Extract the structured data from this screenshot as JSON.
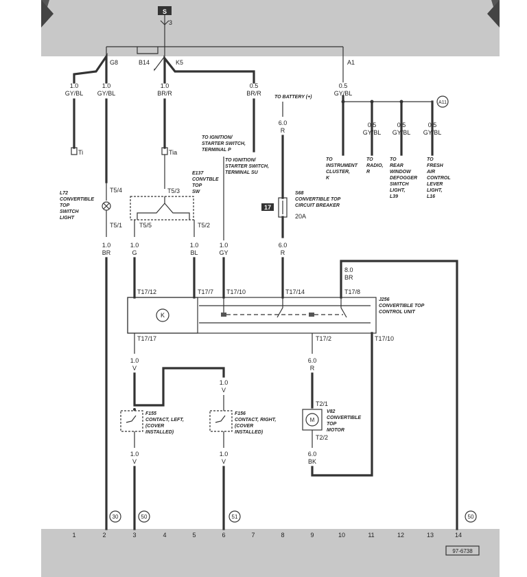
{
  "top": {
    "fuse_badge": "S",
    "fuse_num": "3",
    "junctions": [
      "G8",
      "B14",
      "K5",
      "A1"
    ]
  },
  "wires": {
    "w1_gauge": "1.0",
    "w1_color": "GY/BL",
    "w2_gauge": "1.0",
    "w2_color": "GY/BL",
    "w3_gauge": "1.0",
    "w3_color": "BR/R",
    "w4_gauge": "0.5",
    "w4_color": "BR/R",
    "w5_gauge": "0.5",
    "w5_color": "GY/BL",
    "w6_gauge": "0.5",
    "w6_color": "GY/BL",
    "w7_gauge": "0.5",
    "w7_color": "GY/BL",
    "w8_gauge": "0.5",
    "w8_color": "GY/BL",
    "bat_gauge": "6.0",
    "bat_color": "R",
    "a_gauge": "1.0",
    "a_color": "BR",
    "b_gauge": "1.0",
    "b_color": "G",
    "c_gauge": "1.0",
    "c_color": "BL",
    "d_gauge": "1.0",
    "d_color": "GY",
    "e_gauge": "6.0",
    "e_color": "R",
    "f_gauge": "8.0",
    "f_color": "BR",
    "g_gauge": "1.0",
    "g_color": "V",
    "h_gauge": "1.0",
    "h_color": "V",
    "i_gauge": "6.0",
    "i_color": "R",
    "j_gauge": "1.0",
    "j_color": "V",
    "k_gauge": "1.0",
    "k_color": "V",
    "l_gauge": "6.0",
    "l_color": "BK"
  },
  "connectors": {
    "ti": "Ti",
    "tia": "Tia",
    "t5_4": "T5/4",
    "t5_1": "T5/1",
    "t5_3": "T5/3",
    "t5_5": "T5/5",
    "t5_2": "T5/2",
    "t17_12": "T17/12",
    "t17_7": "T17/7",
    "t17_10a": "T17/10",
    "t17_14": "T17/14",
    "t17_8": "T17/8",
    "t17_17": "T17/17",
    "t17_2": "T17/2",
    "t17_10b": "T17/10",
    "t2_1": "T2/1",
    "t2_2": "T2/2",
    "a11": "A11"
  },
  "labels": {
    "to_battery": "TO BATTERY (+)",
    "to_ign_p": [
      "TO IGNITION/",
      "STARTER SWITCH,",
      "TERMINAL P"
    ],
    "to_ign_su": [
      "TO IGNITION/",
      "STARTER SWITCH,",
      "TERMINAL SU"
    ],
    "to_instr": [
      "TO",
      "INSTRUMENT",
      "CLUSTER,",
      "K"
    ],
    "to_radio": [
      "TO",
      "RADIO,",
      "R"
    ],
    "to_rear": [
      "TO",
      "REAR",
      "WINDOW",
      "DEFOGGER",
      "SWITCH",
      "LIGHT,",
      "L39"
    ],
    "to_fresh": [
      "TO",
      "FRESH",
      "AIR",
      "CONTROL",
      "LEVER",
      "LIGHT,",
      "L16"
    ],
    "l72": [
      "L72",
      "CONVERTIBLE",
      "TOP",
      "SWITCH",
      "LIGHT"
    ],
    "e137": [
      "E137",
      "CONVTBLE",
      "TOP",
      "SW"
    ],
    "s68": [
      "S68",
      "CONVERTIBLE TOP",
      "CIRCUIT BREAKER"
    ],
    "s68_badge": "17",
    "s68_amp": "20A",
    "j256": [
      "J256",
      "CONVERTIBLE TOP",
      "CONTROL UNIT"
    ],
    "k_mark": "K",
    "f155": [
      "F155",
      "CONTACT, LEFT,",
      "(COVER",
      "INSTALLED)"
    ],
    "f156": [
      "F156",
      "CONTACT, RIGHT,",
      "(COVER",
      "INSTALLED)"
    ],
    "v82": [
      "V82",
      "CONVERTIBLE",
      "TOP",
      "MOTOR"
    ],
    "m_mark": "M"
  },
  "refs": [
    "30",
    "50",
    "51",
    "50"
  ],
  "grid": [
    "1",
    "2",
    "3",
    "4",
    "5",
    "6",
    "7",
    "8",
    "9",
    "10",
    "11",
    "12",
    "13",
    "14"
  ],
  "doc_id": "97-6738"
}
